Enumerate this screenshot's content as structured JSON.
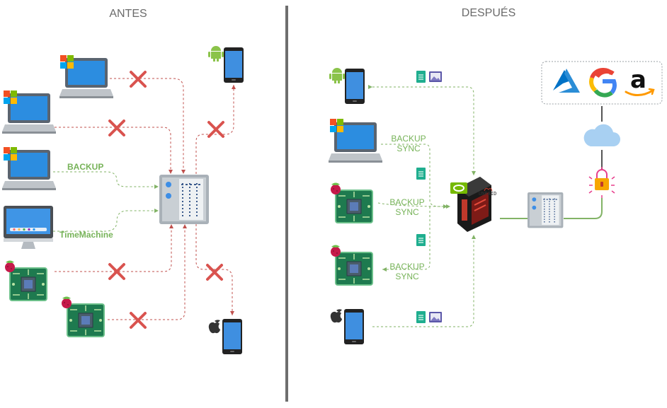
{
  "sections": {
    "before_title": "ANTES",
    "after_title": "DESPUÉS"
  },
  "before": {
    "labels": {
      "backup": "BACKUP",
      "timemachine": "TimeMachine"
    },
    "devices": [
      "windows-laptop",
      "windows-laptop",
      "windows-laptop",
      "imac",
      "raspberry-pi",
      "raspberry-pi",
      "android-phone",
      "iphone"
    ],
    "blocked_links": 6,
    "allowed_links": 2
  },
  "after": {
    "labels": {
      "backup_sync_1_line1": "BACKUP",
      "backup_sync_1_line2": "SYNC",
      "backup_sync_2_line1": "BACKUP",
      "backup_sync_2_line2": "SYNC",
      "backup_sync_3_line1": "BACKUP",
      "backup_sync_3_line2": "SYNC"
    },
    "unraid_label": "UNRAID",
    "cloud_providers": [
      "azure-icon",
      "google-icon",
      "amazon-icon"
    ]
  },
  "colors": {
    "blocked": "#c0504d",
    "allowed": "#82b366",
    "cross": "#d9534f",
    "divider": "#6e6e6e"
  }
}
